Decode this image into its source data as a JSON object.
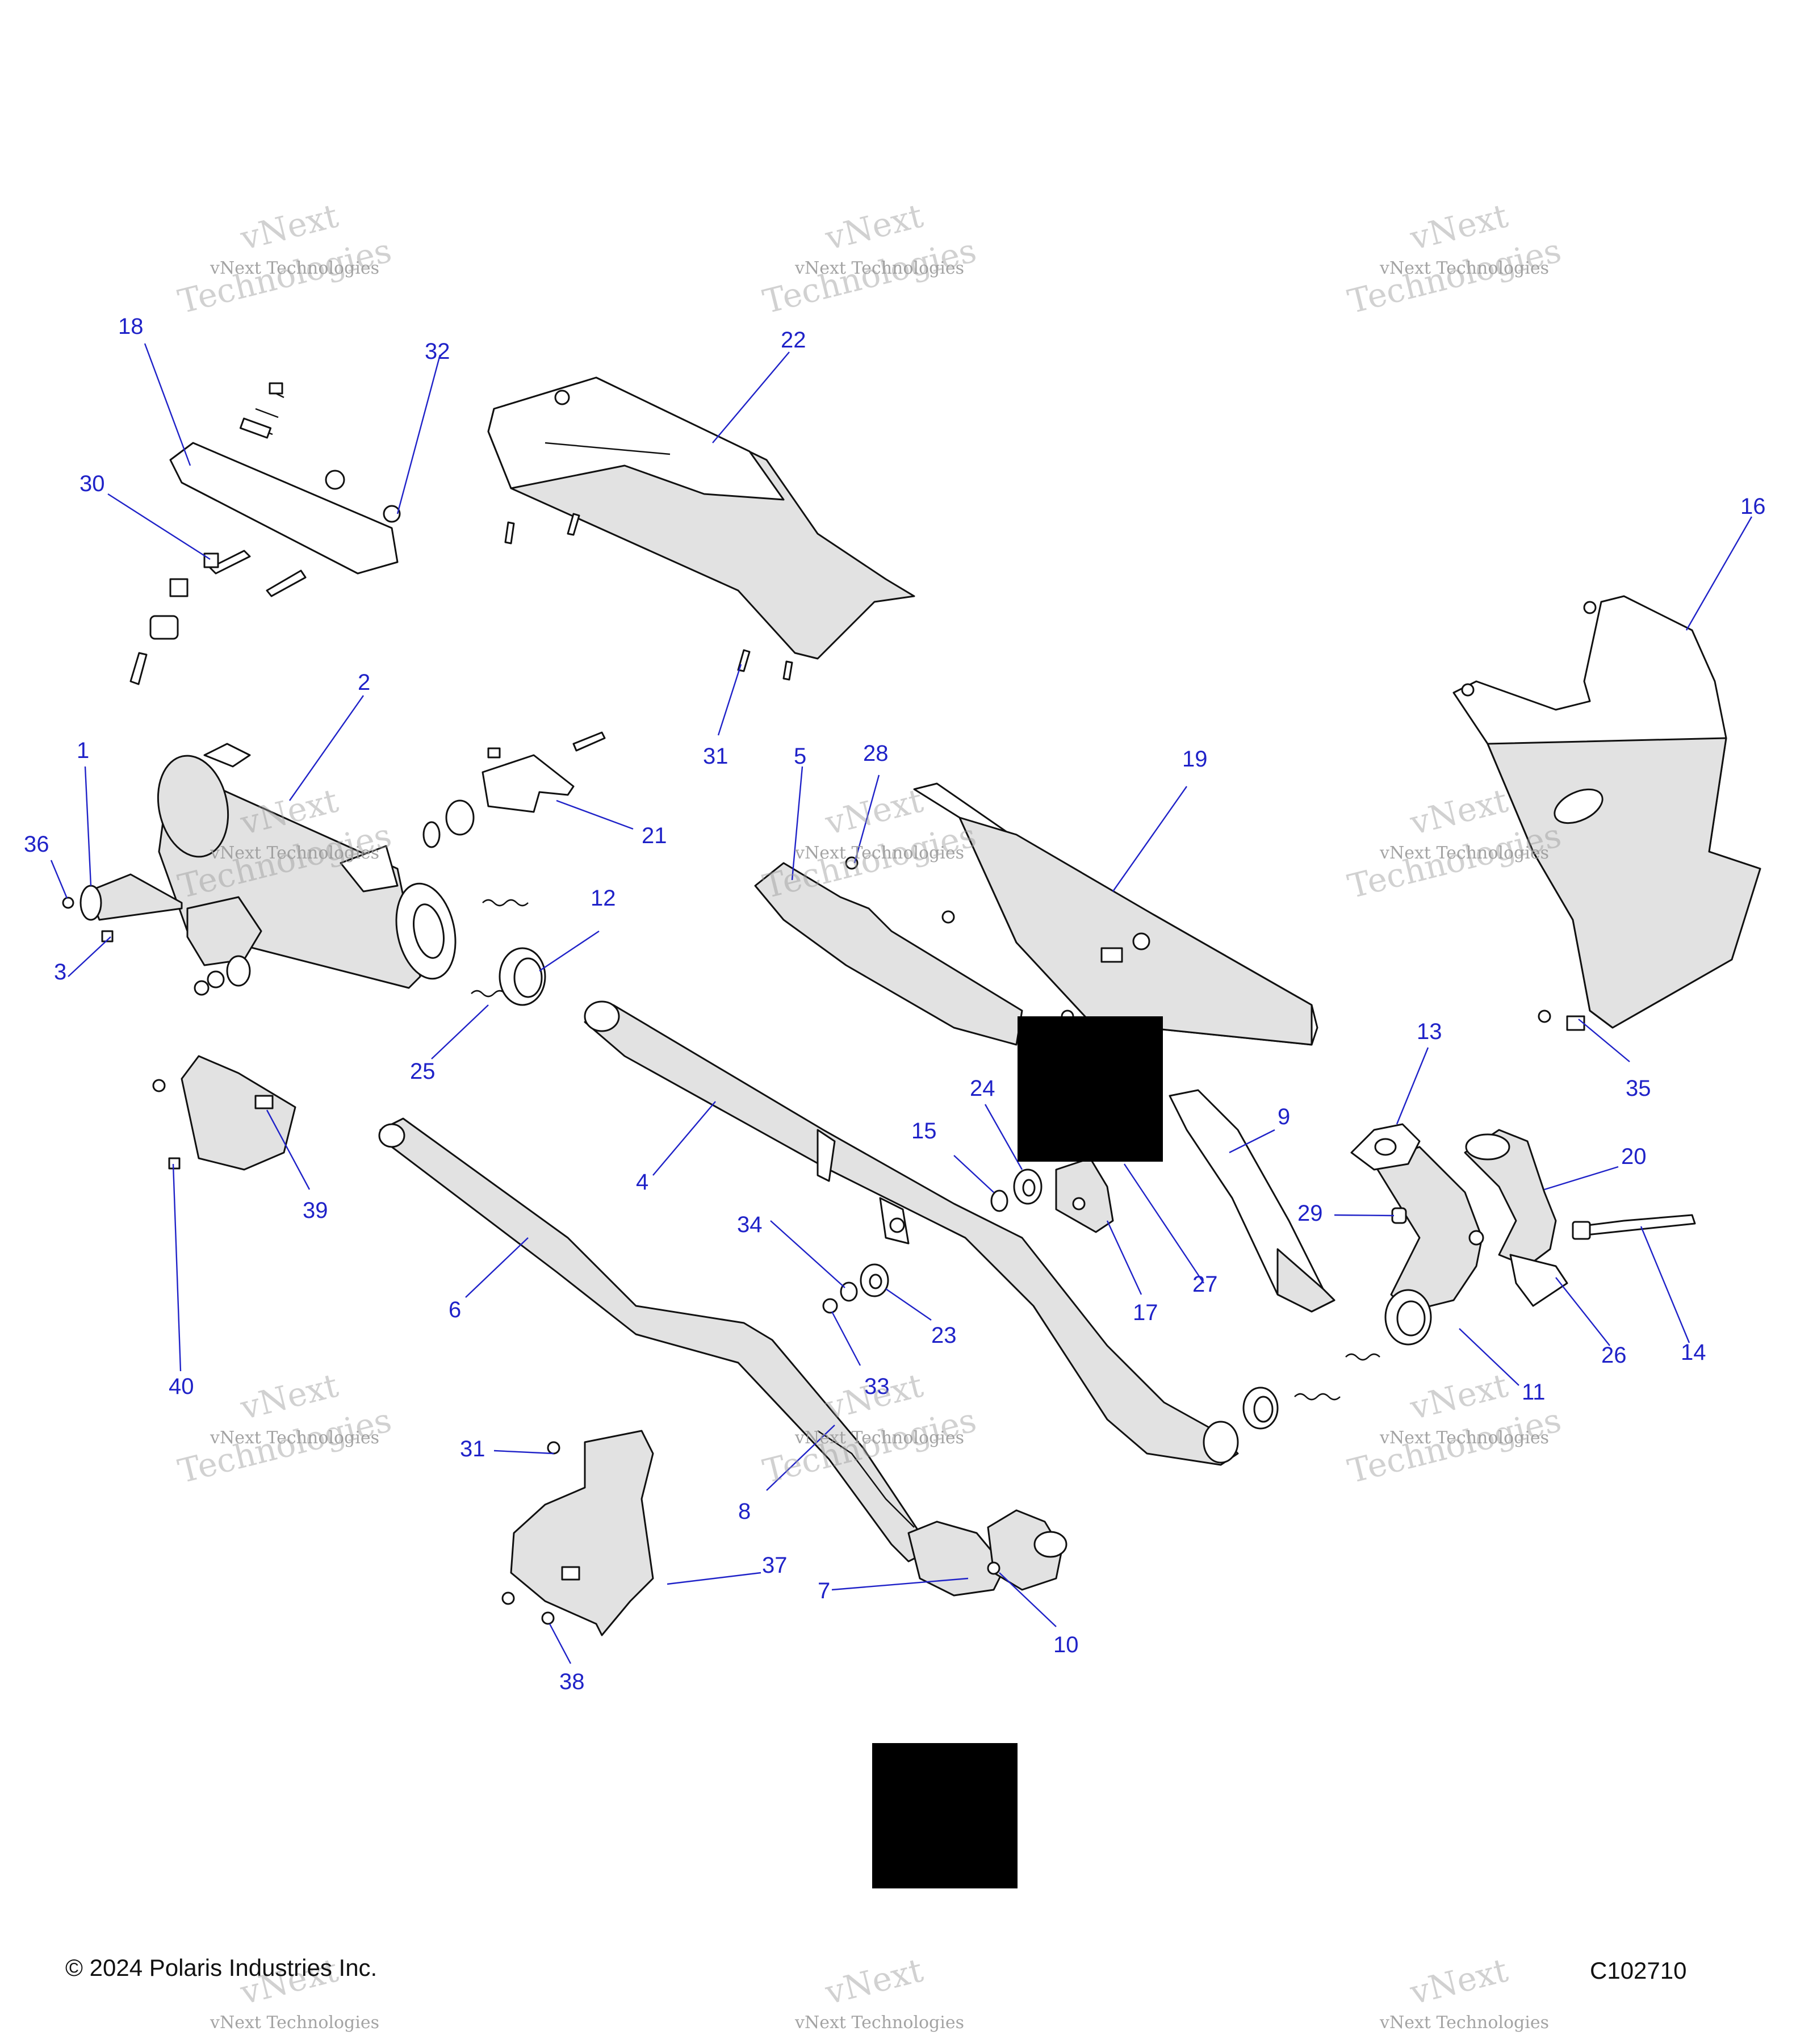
{
  "footer": {
    "copyright": "© 2024 Polaris Industries Inc.",
    "drawing_id": "C102710"
  },
  "watermark": {
    "line1": "vNext",
    "line2": "vNext Technologies",
    "line3": "Technologies"
  },
  "callouts": [
    {
      "id": "c1",
      "label": "1"
    },
    {
      "id": "c2",
      "label": "2"
    },
    {
      "id": "c3",
      "label": "3"
    },
    {
      "id": "c4",
      "label": "4"
    },
    {
      "id": "c5",
      "label": "5"
    },
    {
      "id": "c6",
      "label": "6"
    },
    {
      "id": "c7",
      "label": "7"
    },
    {
      "id": "c8",
      "label": "8"
    },
    {
      "id": "c9",
      "label": "9"
    },
    {
      "id": "c10",
      "label": "10"
    },
    {
      "id": "c11",
      "label": "11"
    },
    {
      "id": "c12",
      "label": "12"
    },
    {
      "id": "c13",
      "label": "13"
    },
    {
      "id": "c14",
      "label": "14"
    },
    {
      "id": "c15",
      "label": "15"
    },
    {
      "id": "c16",
      "label": "16"
    },
    {
      "id": "c17",
      "label": "17"
    },
    {
      "id": "c18",
      "label": "18"
    },
    {
      "id": "c19",
      "label": "19"
    },
    {
      "id": "c20",
      "label": "20"
    },
    {
      "id": "c21",
      "label": "21"
    },
    {
      "id": "c22",
      "label": "22"
    },
    {
      "id": "c23",
      "label": "23"
    },
    {
      "id": "c24",
      "label": "24"
    },
    {
      "id": "c25",
      "label": "25"
    },
    {
      "id": "c26",
      "label": "26"
    },
    {
      "id": "c27",
      "label": "27"
    },
    {
      "id": "c28",
      "label": "28"
    },
    {
      "id": "c29",
      "label": "29"
    },
    {
      "id": "c30",
      "label": "30"
    },
    {
      "id": "c31a",
      "label": "31"
    },
    {
      "id": "c31b",
      "label": "31"
    },
    {
      "id": "c32",
      "label": "32"
    },
    {
      "id": "c33",
      "label": "33"
    },
    {
      "id": "c34",
      "label": "34"
    },
    {
      "id": "c35",
      "label": "35"
    },
    {
      "id": "c36",
      "label": "36"
    },
    {
      "id": "c37",
      "label": "37"
    },
    {
      "id": "c38",
      "label": "38"
    },
    {
      "id": "c39",
      "label": "39"
    },
    {
      "id": "c40",
      "label": "40"
    }
  ],
  "colors": {
    "callout": "#1f22c8",
    "line": "#111111",
    "shade": "#e2e2e2",
    "watermark": "#9a9a9a",
    "redaction": "#000000"
  }
}
